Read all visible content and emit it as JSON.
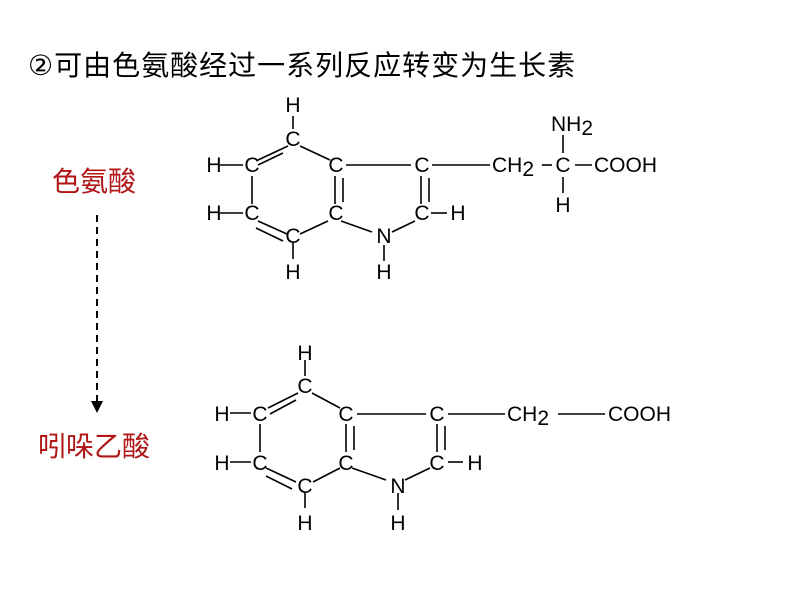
{
  "heading": "②可由色氨酸经过一系列反应转变为生长素",
  "labels": {
    "top": "色氨酸",
    "bottom": "吲哚乙酸"
  },
  "colors": {
    "label": "#b01414",
    "text": "#000000"
  },
  "atoms": {
    "H": "H",
    "C": "C",
    "N": "N",
    "CH": "CH",
    "two": "2",
    "NH": "NH",
    "COOH": "COOH"
  }
}
